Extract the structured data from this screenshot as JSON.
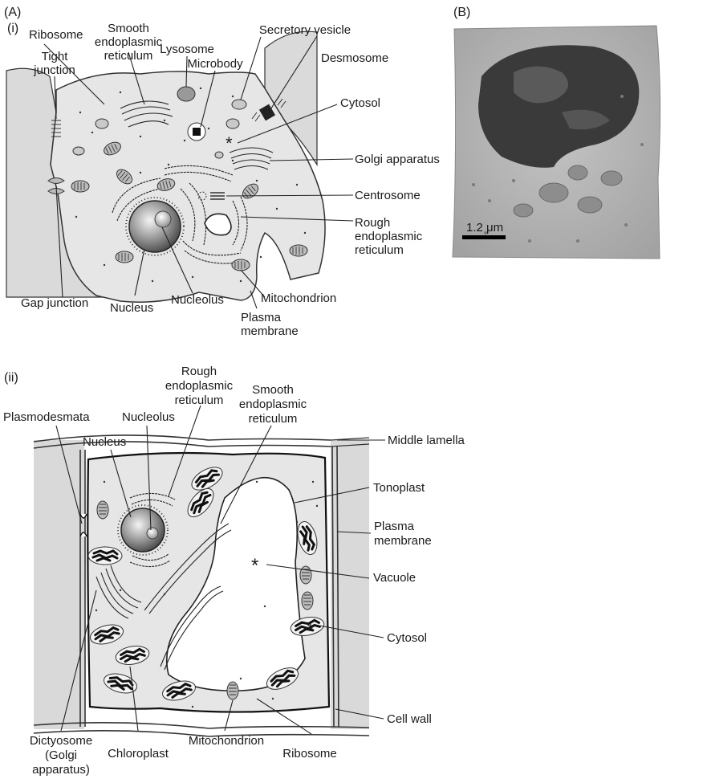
{
  "panels": {
    "a": "(A)",
    "a_i": "(i)",
    "a_ii": "(ii)",
    "b": "(B)"
  },
  "animal_cell": {
    "ribosome": "Ribosome",
    "smooth_er": [
      "Smooth",
      "endoplasmic",
      "reticulum"
    ],
    "lysosome": "Lysosome",
    "secretory_vesicle": "Secretory vesicle",
    "tight_junction": [
      "Tight",
      "junction"
    ],
    "microbody": "Microbody",
    "desmosome": "Desmosome",
    "cytosol": "Cytosol",
    "golgi": "Golgi apparatus",
    "centrosome": "Centrosome",
    "rough_er": [
      "Rough",
      "endoplasmic",
      "reticulum"
    ],
    "gap_junction": "Gap junction",
    "nucleus": "Nucleus",
    "nucleolus": "Nucleolus",
    "mitochondrion": "Mitochondrion",
    "plasma_membrane": [
      "Plasma",
      "membrane"
    ]
  },
  "micrograph": {
    "scale_label": "1.2 μm"
  },
  "plant_cell": {
    "rough_er": [
      "Rough",
      "endoplasmic",
      "reticulum"
    ],
    "smooth_er": [
      "Smooth",
      "endoplasmic",
      "reticulum"
    ],
    "plasmodesmata": "Plasmodesmata",
    "nucleolus": "Nucleolus",
    "nucleus": "Nucleus",
    "middle_lamella": "Middle lamella",
    "tonoplast": "Tonoplast",
    "plasma_membrane": [
      "Plasma",
      "membrane"
    ],
    "vacuole": "Vacuole",
    "cytosol": "Cytosol",
    "cell_wall": "Cell wall",
    "dictyosome": [
      "Dictyosome",
      "(Golgi",
      "apparatus)"
    ],
    "chloroplast": "Chloroplast",
    "mitochondrion": "Mitochondrion",
    "ribosome": "Ribosome"
  },
  "colors": {
    "cytoplasm": "#e6e6e6",
    "wall_fill": "#d9d9d9",
    "micrograph_bg": "#b7b7b7",
    "nucleus_dark": "#3a3a3a"
  }
}
